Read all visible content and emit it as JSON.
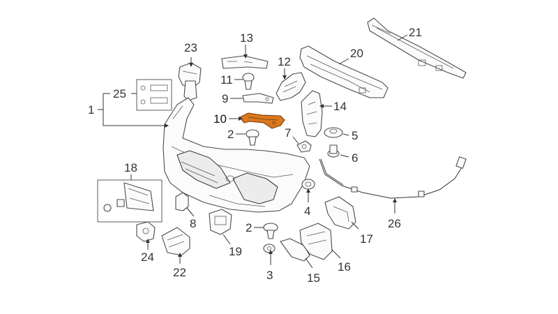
{
  "diagram": {
    "highlight_color": "#d9781f",
    "line_color": "#333333",
    "highlighted_part": "10",
    "callouts": {
      "c1": "1",
      "c2a": "2",
      "c2b": "2",
      "c3": "3",
      "c4": "4",
      "c5": "5",
      "c6": "6",
      "c7": "7",
      "c8": "8",
      "c9": "9",
      "c10": "10",
      "c11": "11",
      "c12": "12",
      "c13": "13",
      "c14": "14",
      "c15": "15",
      "c16": "16",
      "c17": "17",
      "c18": "18",
      "c19": "19",
      "c20": "20",
      "c21": "21",
      "c22": "22",
      "c23": "23",
      "c24": "24",
      "c25": "25",
      "c26": "26"
    }
  }
}
